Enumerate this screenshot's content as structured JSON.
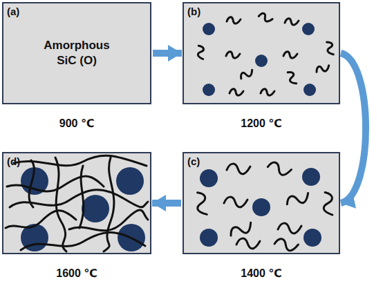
{
  "diagram": {
    "nodes": [
      {
        "text": [
          "(a)",
          "Amorphous SiC (O)",
          "900 ℃"
        ]
      },
      {
        "text": [
          "(b)",
          "1200 ℃"
        ]
      },
      {
        "text": [
          "(c)",
          "1400 ℃"
        ]
      },
      {
        "text": [
          "(d)",
          "1600 ℃"
        ]
      }
    ],
    "edges": [
      {
        "from": 0,
        "to": 1,
        "arrow": "to"
      },
      {
        "from": 1,
        "to": 2,
        "arrow": "to"
      },
      {
        "from": 2,
        "to": 3,
        "arrow": "to"
      }
    ]
  }
}
